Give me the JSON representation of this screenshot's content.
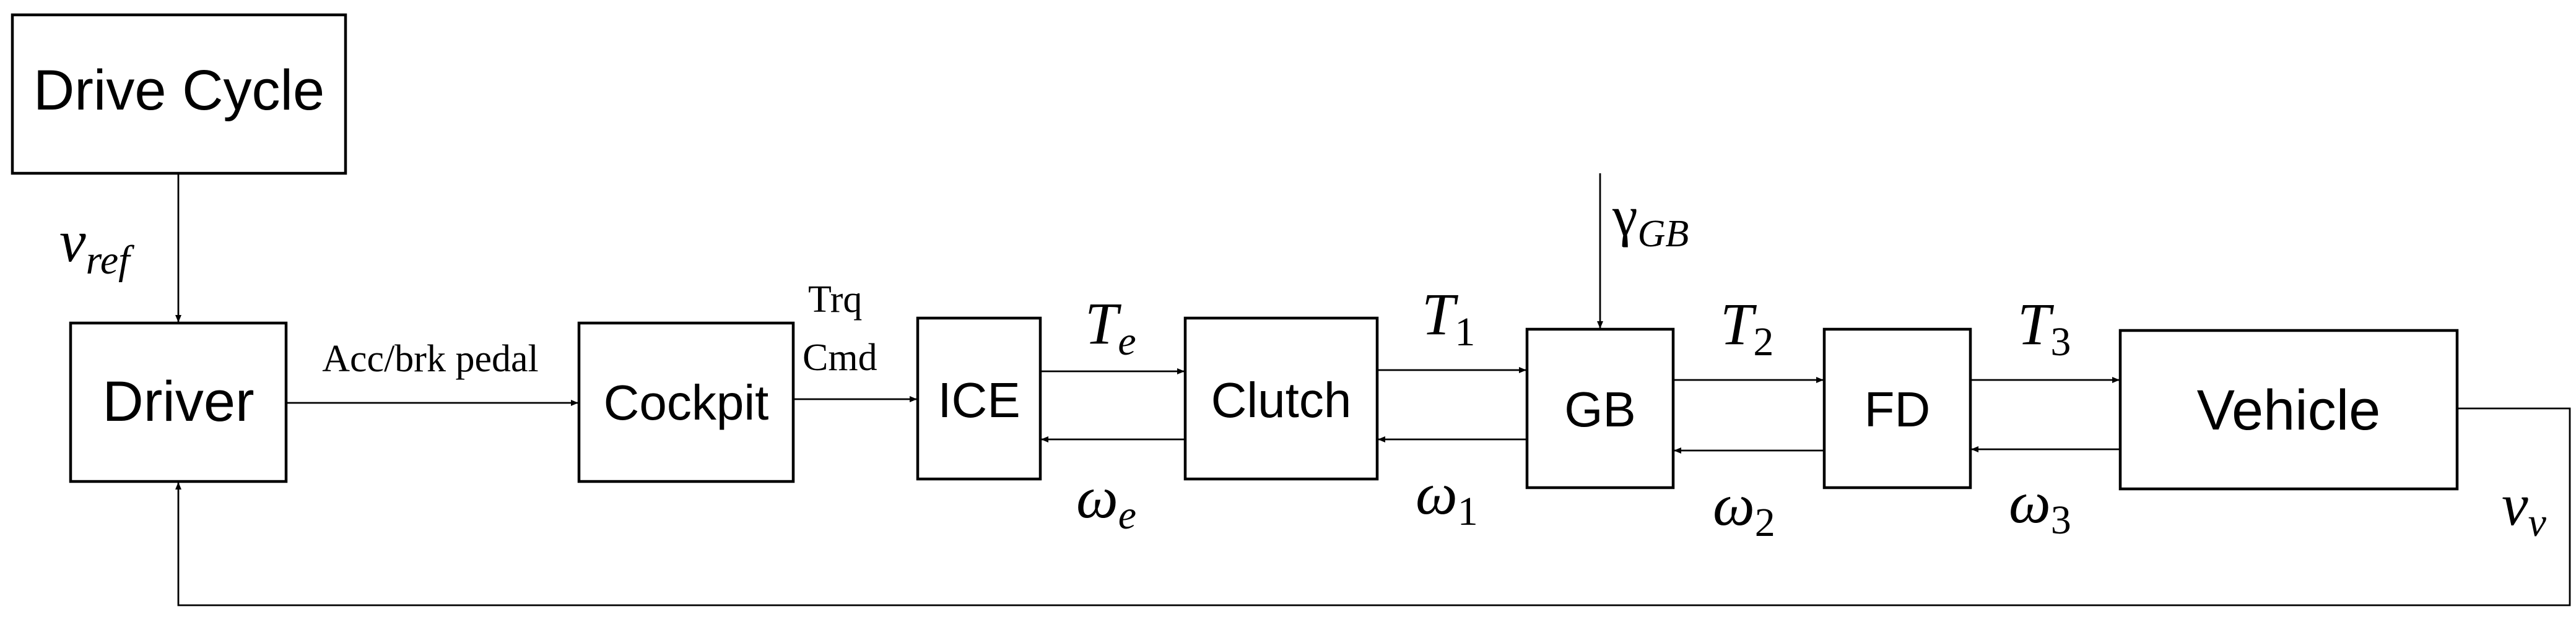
{
  "diagram": {
    "blocks": {
      "drive_cycle": "Drive Cycle",
      "driver": "Driver",
      "cockpit": "Cockpit",
      "ice": "ICE",
      "clutch": "Clutch",
      "gb": "GB",
      "fd": "FD",
      "vehicle": "Vehicle"
    },
    "signals": {
      "v_ref": {
        "base": "v",
        "sub": "ref"
      },
      "pedal": "Acc/brk pedal",
      "trq_cmd": {
        "line1": "Trq",
        "line2": "Cmd"
      },
      "T_e": {
        "base": "T",
        "sub": "e"
      },
      "omega_e": {
        "base": "ω",
        "sub": "e"
      },
      "T_1": {
        "base": "T",
        "sub": "1"
      },
      "omega_1": {
        "base": "ω",
        "sub": "1"
      },
      "gamma_GB": {
        "base": "γ",
        "sub": "GB"
      },
      "T_2": {
        "base": "T",
        "sub": "2"
      },
      "omega_2": {
        "base": "ω",
        "sub": "2"
      },
      "T_3": {
        "base": "T",
        "sub": "3"
      },
      "omega_3": {
        "base": "ω",
        "sub": "3"
      },
      "v_v": {
        "base": "v",
        "sub": "v"
      }
    }
  }
}
